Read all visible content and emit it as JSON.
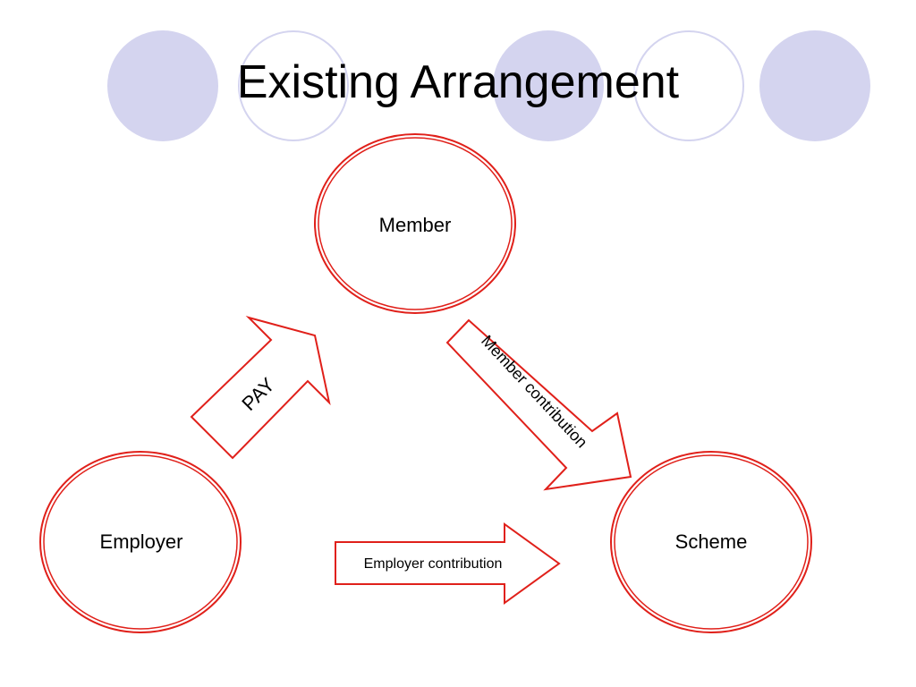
{
  "slide": {
    "title": "Existing Arrangement"
  },
  "nodes": {
    "member": "Member",
    "employer": "Employer",
    "scheme": "Scheme"
  },
  "arrows": {
    "pay": "PAY",
    "member_contribution": "Member contribution",
    "employer_contribution": "Employer contribution"
  },
  "colors": {
    "circle_outline": "#e0201a",
    "arrow_outline": "#e0201a",
    "deco_filled": "#d4d4ef",
    "deco_outline": "#d4d4ef"
  }
}
